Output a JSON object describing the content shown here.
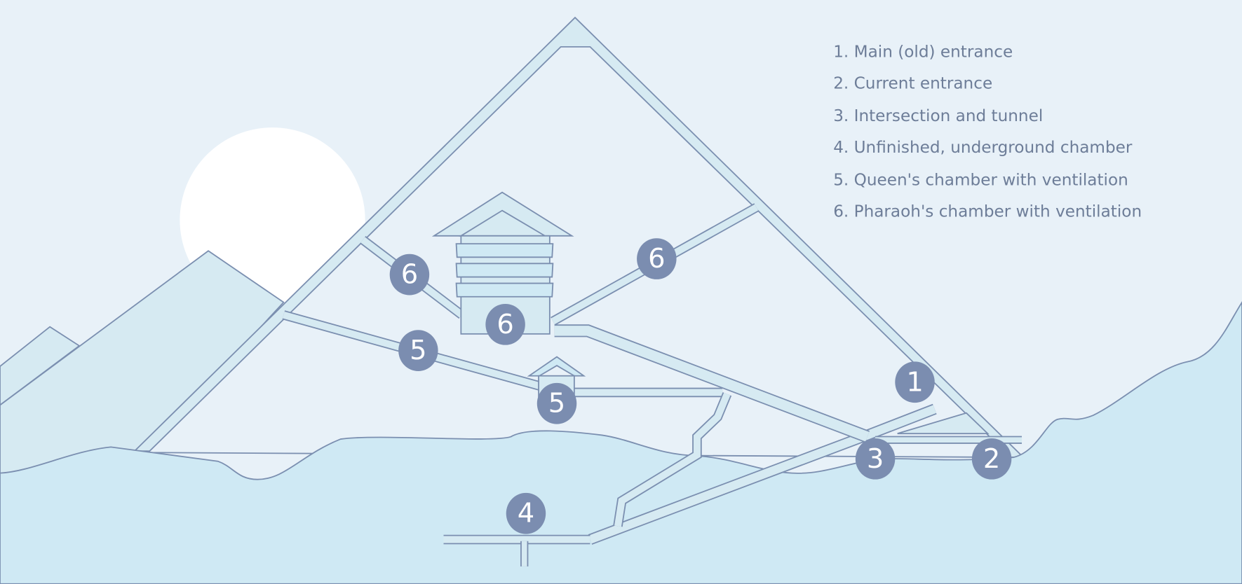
{
  "legend": {
    "items": [
      "1. Main (old) entrance",
      "2. Current entrance",
      "3. Intersection and tunnel",
      "4. Unfinished, underground chamber",
      "5. Queen's chamber with ventilation",
      "6. Pharaoh's chamber with ventilation"
    ]
  },
  "markers": [
    "1",
    "2",
    "3",
    "4",
    "5",
    "5",
    "6",
    "6",
    "6"
  ],
  "colors": {
    "background": "#e8f1f8",
    "ground": "#cfe9f4",
    "outline": "#7b8fb0",
    "marker": "#7b8db0"
  }
}
